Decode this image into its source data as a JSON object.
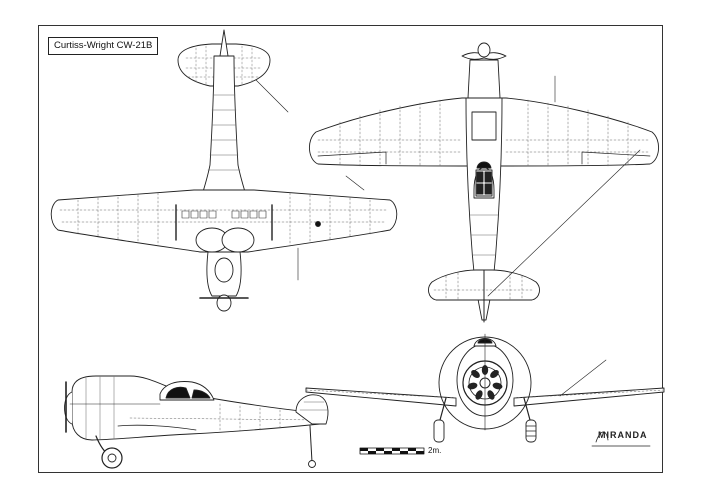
{
  "title": "Curtiss-Wright CW-21B",
  "scale_label": "2m.",
  "signature": "MIRANDA",
  "colors": {
    "ink": "#222222",
    "paper": "#ffffff",
    "panel_lines": "#666666"
  }
}
